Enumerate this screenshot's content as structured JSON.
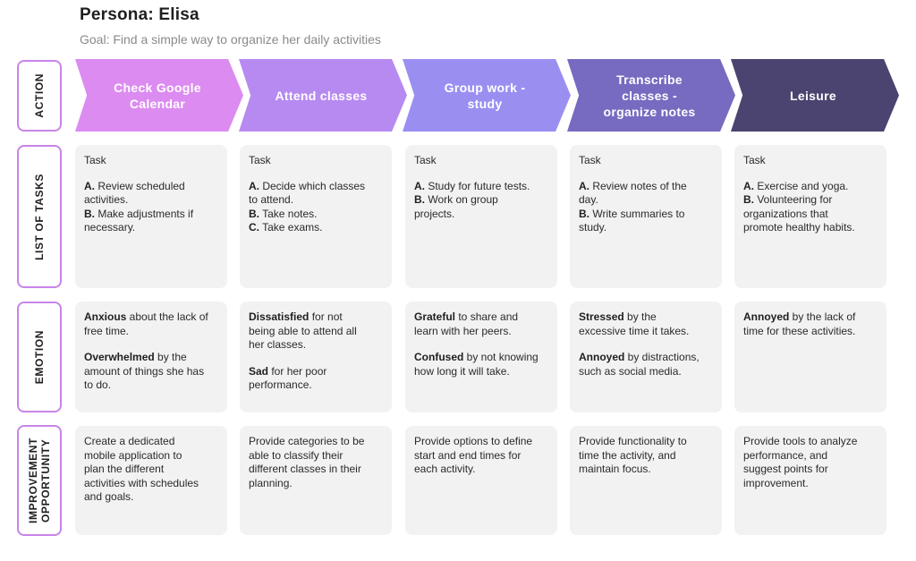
{
  "persona_title": "Persona: Elisa",
  "goal": "Goal: Find a simple way to organize her daily activities",
  "row_labels": {
    "action": "ACTION",
    "tasks": "LIST OF TASKS",
    "emotion": "EMOTION",
    "improvement": "IMPROVEMENT\nOPPORTUNITY"
  },
  "colors": {
    "row_label_border": "#c884e9",
    "card_bg": "#f2f2f2",
    "action_1": "#dc8bf1",
    "action_2": "#b78af1",
    "action_3": "#9a8ff1",
    "action_4": "#766bc1",
    "action_5": "#4b4470"
  },
  "actions": [
    {
      "label": "Check Google\nCalendar"
    },
    {
      "label": "Attend classes"
    },
    {
      "label": "Group work -\nstudy"
    },
    {
      "label": "Transcribe\nclasses -\norganize notes"
    },
    {
      "label": "Leisure"
    }
  ],
  "tasks": [
    {
      "head": "Task",
      "items": [
        {
          "letter": "A.",
          "text": " Review scheduled",
          "cont": "activities."
        },
        {
          "letter": "B.",
          "text": " Make adjustments if",
          "cont": "necessary."
        }
      ]
    },
    {
      "head": "Task",
      "items": [
        {
          "letter": "A.",
          "text": " Decide which classes",
          "cont": "to attend."
        },
        {
          "letter": "B.",
          "text": " Take notes.",
          "cont": ""
        },
        {
          "letter": "C.",
          "text": " Take exams.",
          "cont": ""
        }
      ]
    },
    {
      "head": "Task",
      "items": [
        {
          "letter": "A.",
          "text": " Study for future tests.",
          "cont": ""
        },
        {
          "letter": "B.",
          "text": " Work on group",
          "cont": "projects."
        }
      ]
    },
    {
      "head": "Task",
      "items": [
        {
          "letter": "A.",
          "text": " Review notes of the",
          "cont": "day."
        },
        {
          "letter": "B.",
          "text": " Write summaries to",
          "cont": "study."
        }
      ]
    },
    {
      "head": "Task",
      "items": [
        {
          "letter": "A.",
          "text": " Exercise and yoga.",
          "cont": ""
        },
        {
          "letter": "B.",
          "text": " Volunteering for",
          "cont": "organizations that"
        },
        {
          "letter": "",
          "text": "",
          "cont": "promote healthy habits."
        }
      ]
    }
  ],
  "emotions": [
    [
      {
        "bold": "Anxious",
        "text": " about the lack of",
        "lines": [
          "free time."
        ]
      },
      {
        "bold": "Overwhelmed",
        "text": " by the",
        "lines": [
          "amount of things she has",
          "to do."
        ]
      }
    ],
    [
      {
        "bold": "Dissatisfied",
        "text": " for not",
        "lines": [
          "being able to attend all",
          "her classes."
        ]
      },
      {
        "bold": "Sad",
        "text": " for her poor",
        "lines": [
          "performance."
        ]
      }
    ],
    [
      {
        "bold": "Grateful",
        "text": " to share and",
        "lines": [
          "learn with her peers."
        ]
      },
      {
        "bold": "Confused",
        "text": " by not knowing",
        "lines": [
          "how long it will take."
        ]
      }
    ],
    [
      {
        "bold": "Stressed",
        "text": " by the",
        "lines": [
          "excessive time it takes."
        ]
      },
      {
        "bold": "Annoyed",
        "text": " by distractions,",
        "lines": [
          "such as social media."
        ]
      }
    ],
    [
      {
        "bold": "Annoyed",
        "text": " by the lack of",
        "lines": [
          "time for these activities."
        ]
      }
    ]
  ],
  "improvements": [
    [
      "Create a dedicated",
      "mobile application to",
      "plan the different",
      "activities with schedules",
      "and goals."
    ],
    [
      "Provide categories to be",
      "able to classify their",
      "different classes in their",
      "planning."
    ],
    [
      "Provide options to define",
      "start and end times for",
      "each activity."
    ],
    [
      "Provide functionality to",
      "time the activity, and",
      "maintain focus."
    ],
    [
      "Provide tools to analyze",
      "performance, and",
      "suggest points for",
      "improvement."
    ]
  ]
}
